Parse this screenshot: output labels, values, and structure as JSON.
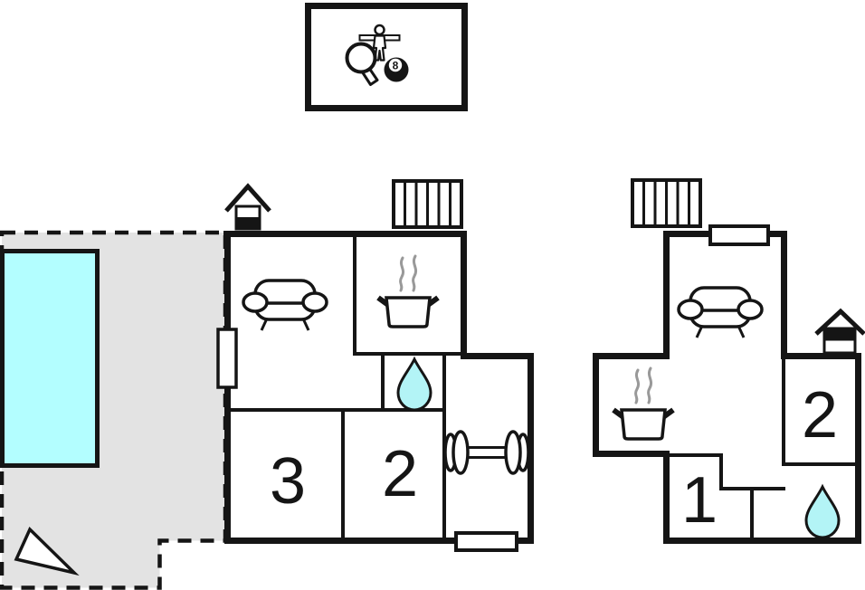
{
  "palette": {
    "wall": "#151515",
    "pool_water": "#b3feff",
    "drop_water": "#b3f4f6",
    "terrace": "#e3e3e3",
    "steam": "#999999",
    "background": "#ffffff"
  },
  "games_room": {
    "billiard_ball_number": "8",
    "icons": [
      "table-tennis-paddle-icon",
      "foosball-player-icon",
      "billiard-8-ball-icon"
    ]
  },
  "main_house": {
    "rooms": [
      {
        "label": "3"
      },
      {
        "label": "2"
      }
    ],
    "icons": [
      "chimney-icon",
      "radiator-icon",
      "sofa-icon",
      "cooking-pot-icon",
      "steam-icon",
      "water-drop-icon",
      "dumbbell-icon"
    ]
  },
  "annex": {
    "rooms": [
      {
        "label": "1"
      },
      {
        "label": "2"
      }
    ],
    "icons": [
      "radiator-icon",
      "sofa-icon",
      "cooking-pot-icon",
      "steam-icon",
      "chimney-icon",
      "water-drop-icon"
    ]
  },
  "outdoor": {
    "icons": [
      "swimming-pool",
      "terrace",
      "north-arrow-icon"
    ]
  }
}
